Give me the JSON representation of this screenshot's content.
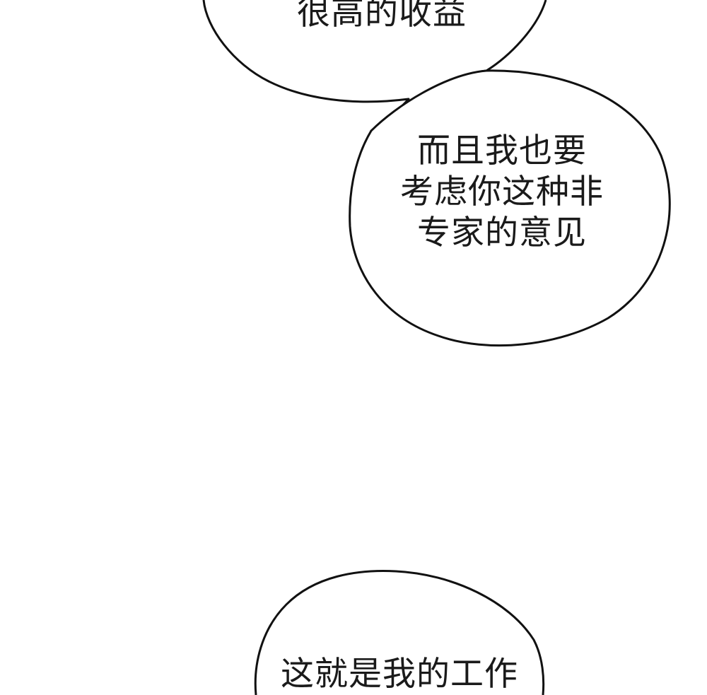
{
  "bubbles": {
    "top": {
      "lines": [
        "很高的收益"
      ]
    },
    "middle": {
      "lines": [
        "而且我也要",
        "考虑你这种非",
        "专家的意见"
      ]
    },
    "bottom": {
      "lines": [
        "这就是我的工作"
      ]
    }
  },
  "colors": {
    "background": "#ffffff",
    "outline": "#111111",
    "text": "#1a1a1a"
  }
}
